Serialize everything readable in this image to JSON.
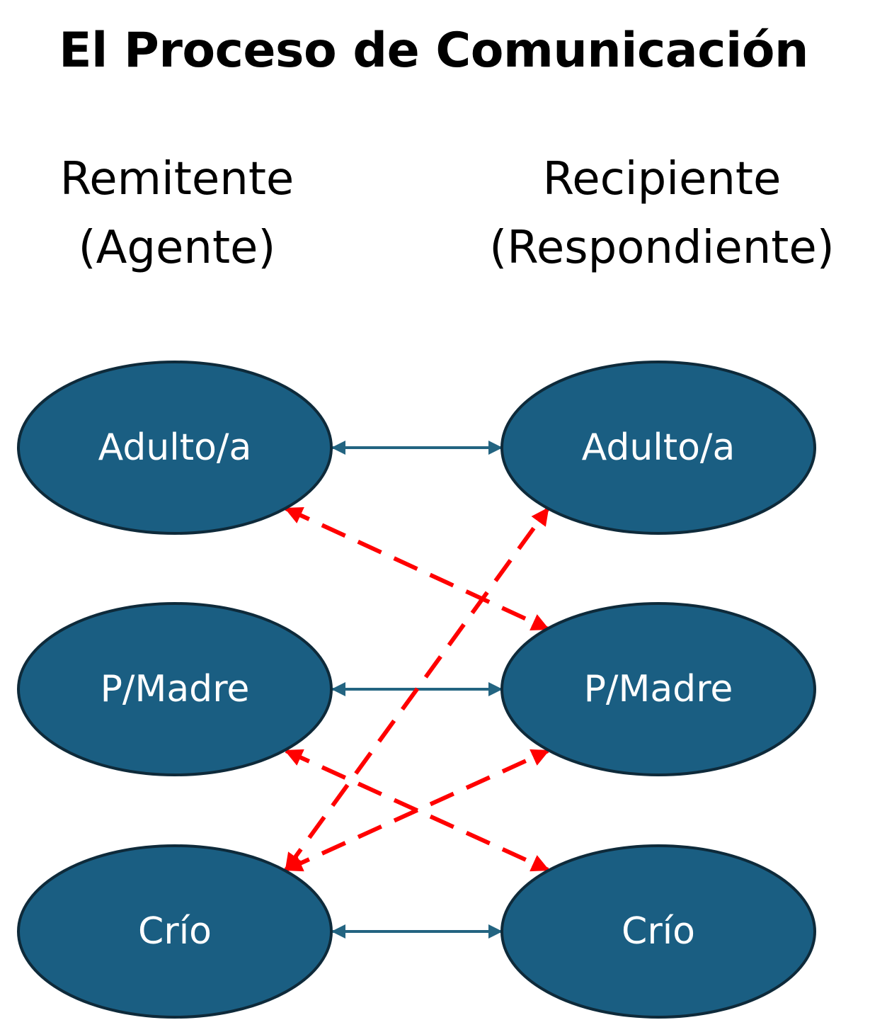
{
  "title": "El Proceso de Comunicación",
  "columns": {
    "sender": {
      "line1": "Remitente",
      "line2": "(Agente)"
    },
    "recipient": {
      "line1": "Recipiente",
      "line2": "(Respondiente)"
    }
  },
  "nodes": {
    "left": [
      "Adulto/a",
      "P/Madre",
      "Crío"
    ],
    "right": [
      "Adulto/a",
      "P/Madre",
      "Crío"
    ]
  },
  "colors": {
    "node_fill": "#1a5e82",
    "node_stroke": "#0e2a3a",
    "solid_arrow": "#236481",
    "dashed_arrow": "#ff0000"
  }
}
